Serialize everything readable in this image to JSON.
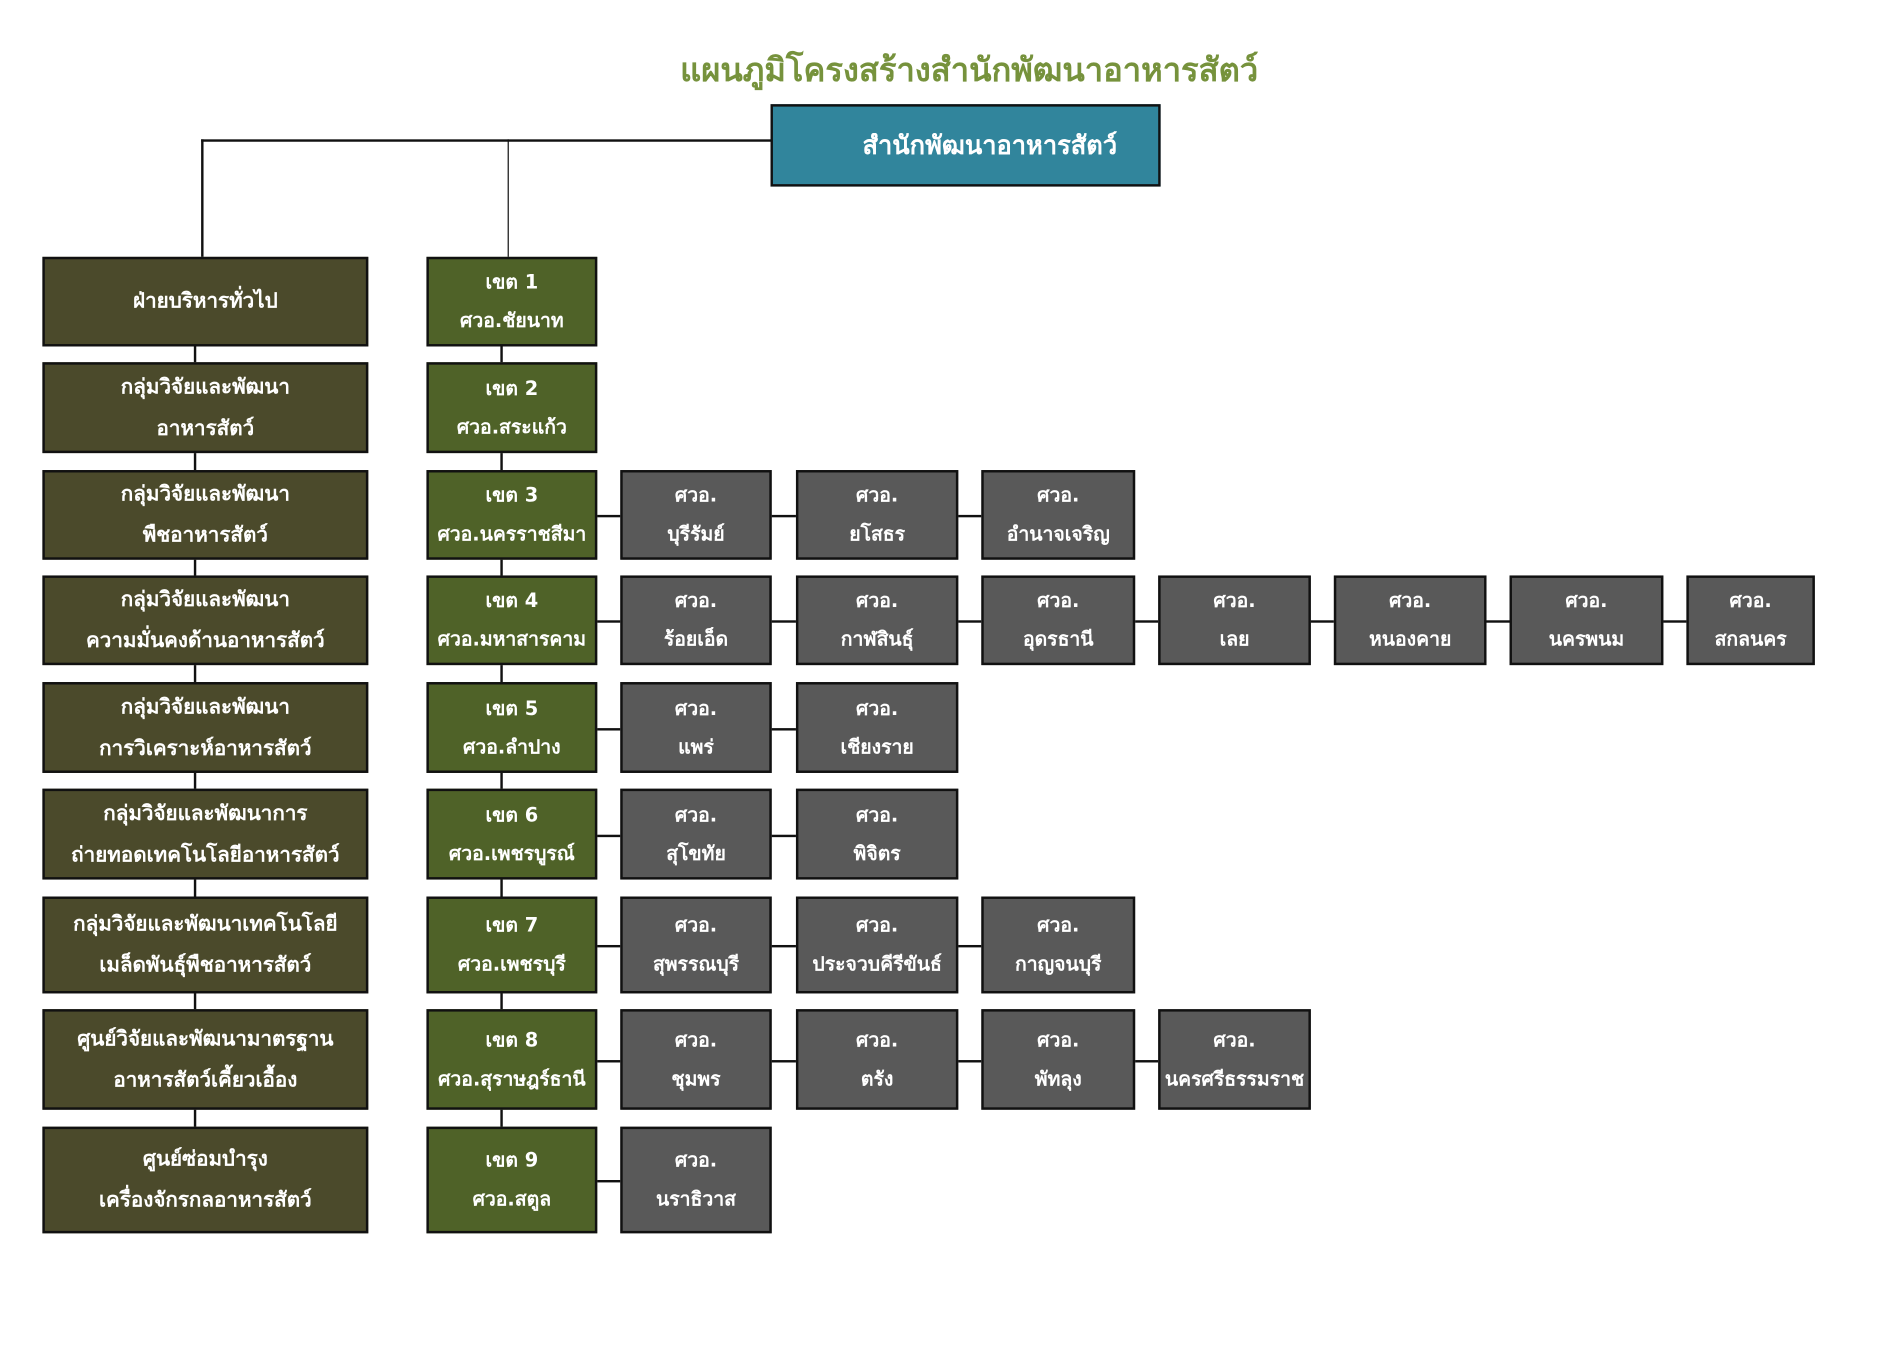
{
  "title": "แผนภูมิโครงสร้างสำนักพัฒนาอาหารสัตว์",
  "root": "สำนักพัฒนาอาหารสัตว์",
  "colors": {
    "root": "#31859c",
    "left": "#4b4a2b",
    "region": "#4f6228",
    "center": "#595959",
    "title": "#76923c"
  },
  "rows": [
    {
      "left": [
        "ฝ่ายบริหารทั่วไป"
      ],
      "region": [
        "เขต 1",
        "ศวอ.ชัยนาท"
      ],
      "centers": []
    },
    {
      "left": [
        "กลุ่มวิจัยและพัฒนา",
        "อาหารสัตว์"
      ],
      "region": [
        "เขต 2",
        "ศวอ.สระแก้ว"
      ],
      "centers": []
    },
    {
      "left": [
        "กลุ่มวิจัยและพัฒนา",
        "พืชอาหารสัตว์"
      ],
      "region": [
        "เขต 3",
        "ศวอ.นครราชสีมา"
      ],
      "centers": [
        [
          "ศวอ.",
          "บุรีรัมย์"
        ],
        [
          "ศวอ.",
          "ยโสธร"
        ],
        [
          "ศวอ.",
          "อำนาจเจริญ"
        ]
      ]
    },
    {
      "left": [
        "กลุ่มวิจัยและพัฒนา",
        "ความมั่นคงด้านอาหารสัตว์"
      ],
      "region": [
        "เขต 4",
        "ศวอ.มหาสารคาม"
      ],
      "centers": [
        [
          "ศวอ.",
          "ร้อยเอ็ด"
        ],
        [
          "ศวอ.",
          "กาฬสินธุ์"
        ],
        [
          "ศวอ.",
          "อุดรธานี"
        ],
        [
          "ศวอ.",
          "เลย"
        ],
        [
          "ศวอ.",
          "หนองคาย"
        ],
        [
          "ศวอ.",
          "นครพนม"
        ],
        [
          "ศวอ.",
          "สกลนคร"
        ]
      ]
    },
    {
      "left": [
        "กลุ่มวิจัยและพัฒนา",
        "การวิเคราะห์อาหารสัตว์"
      ],
      "region": [
        "เขต 5",
        "ศวอ.ลำปาง"
      ],
      "centers": [
        [
          "ศวอ.",
          "แพร่"
        ],
        [
          "ศวอ.",
          "เชียงราย"
        ]
      ]
    },
    {
      "left": [
        "กลุ่มวิจัยและพัฒนาการ",
        "ถ่ายทอดเทคโนโลยีอาหารสัตว์"
      ],
      "region": [
        "เขต 6",
        "ศวอ.เพชรบูรณ์"
      ],
      "centers": [
        [
          "ศวอ.",
          "สุโขทัย"
        ],
        [
          "ศวอ.",
          "พิจิตร"
        ]
      ]
    },
    {
      "left": [
        "กลุ่มวิจัยและพัฒนาเทคโนโลยี",
        "เมล็ดพันธุ์พืชอาหารสัตว์"
      ],
      "region": [
        "เขต 7",
        "ศวอ.เพชรบุรี"
      ],
      "centers": [
        [
          "ศวอ.",
          "สุพรรณบุรี"
        ],
        [
          "ศวอ.",
          "ประจวบคีรีขันธ์"
        ],
        [
          "ศวอ.",
          "กาญจนบุรี"
        ]
      ]
    },
    {
      "left": [
        "ศูนย์วิจัยและพัฒนามาตรฐาน",
        "อาหารสัตว์เคี้ยวเอื้อง"
      ],
      "region": [
        "เขต 8",
        "ศวอ.สุราษฎร์ธานี"
      ],
      "centers": [
        [
          "ศวอ.",
          "ชุมพร"
        ],
        [
          "ศวอ.",
          "ตรัง"
        ],
        [
          "ศวอ.",
          "พัทลุง"
        ],
        [
          "ศวอ.",
          "นครศรีธรรมราช"
        ]
      ]
    },
    {
      "left": [
        "ศูนย์ซ่อมบำรุง",
        "เครื่องจักรกลอาหารสัตว์"
      ],
      "region": [
        "เขต 9",
        "ศวอ.สตูล"
      ],
      "centers": [
        [
          "ศวอ.",
          "นราธิวาส"
        ]
      ]
    }
  ]
}
